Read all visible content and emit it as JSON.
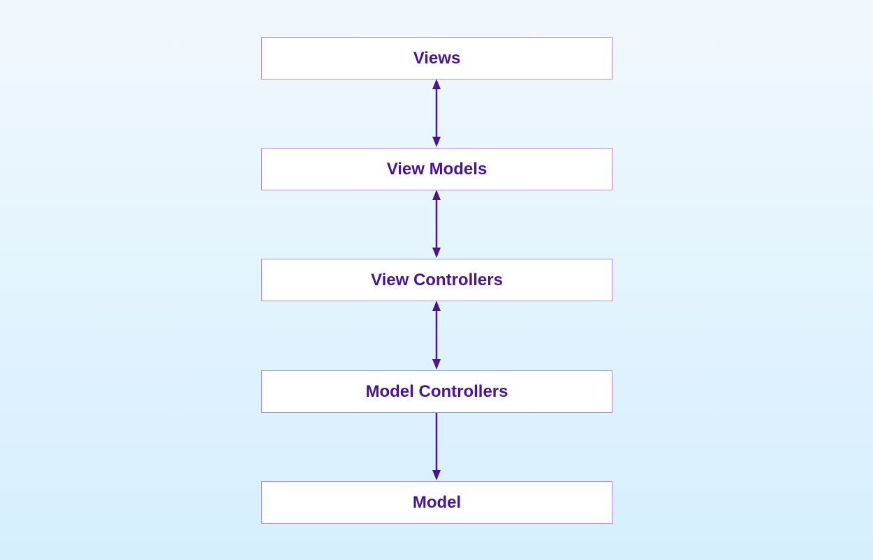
{
  "diagram": {
    "layers": [
      {
        "label": "Views"
      },
      {
        "label": "View Models"
      },
      {
        "label": "View Controllers"
      },
      {
        "label": "Model Controllers"
      },
      {
        "label": "Model"
      }
    ],
    "connections": [
      {
        "from": "Views",
        "to": "View Models",
        "direction": "bidirectional"
      },
      {
        "from": "View Models",
        "to": "View Controllers",
        "direction": "bidirectional"
      },
      {
        "from": "View Controllers",
        "to": "Model Controllers",
        "direction": "bidirectional"
      },
      {
        "from": "Model Controllers",
        "to": "Model",
        "direction": "forward"
      }
    ],
    "colors": {
      "text": "#4b1591",
      "arrow": "#4b1591",
      "box_border": "#b48ce0",
      "box_fill": "#ffffff",
      "background_top": "#f1f8fd",
      "background_bottom": "#d5effd"
    }
  }
}
